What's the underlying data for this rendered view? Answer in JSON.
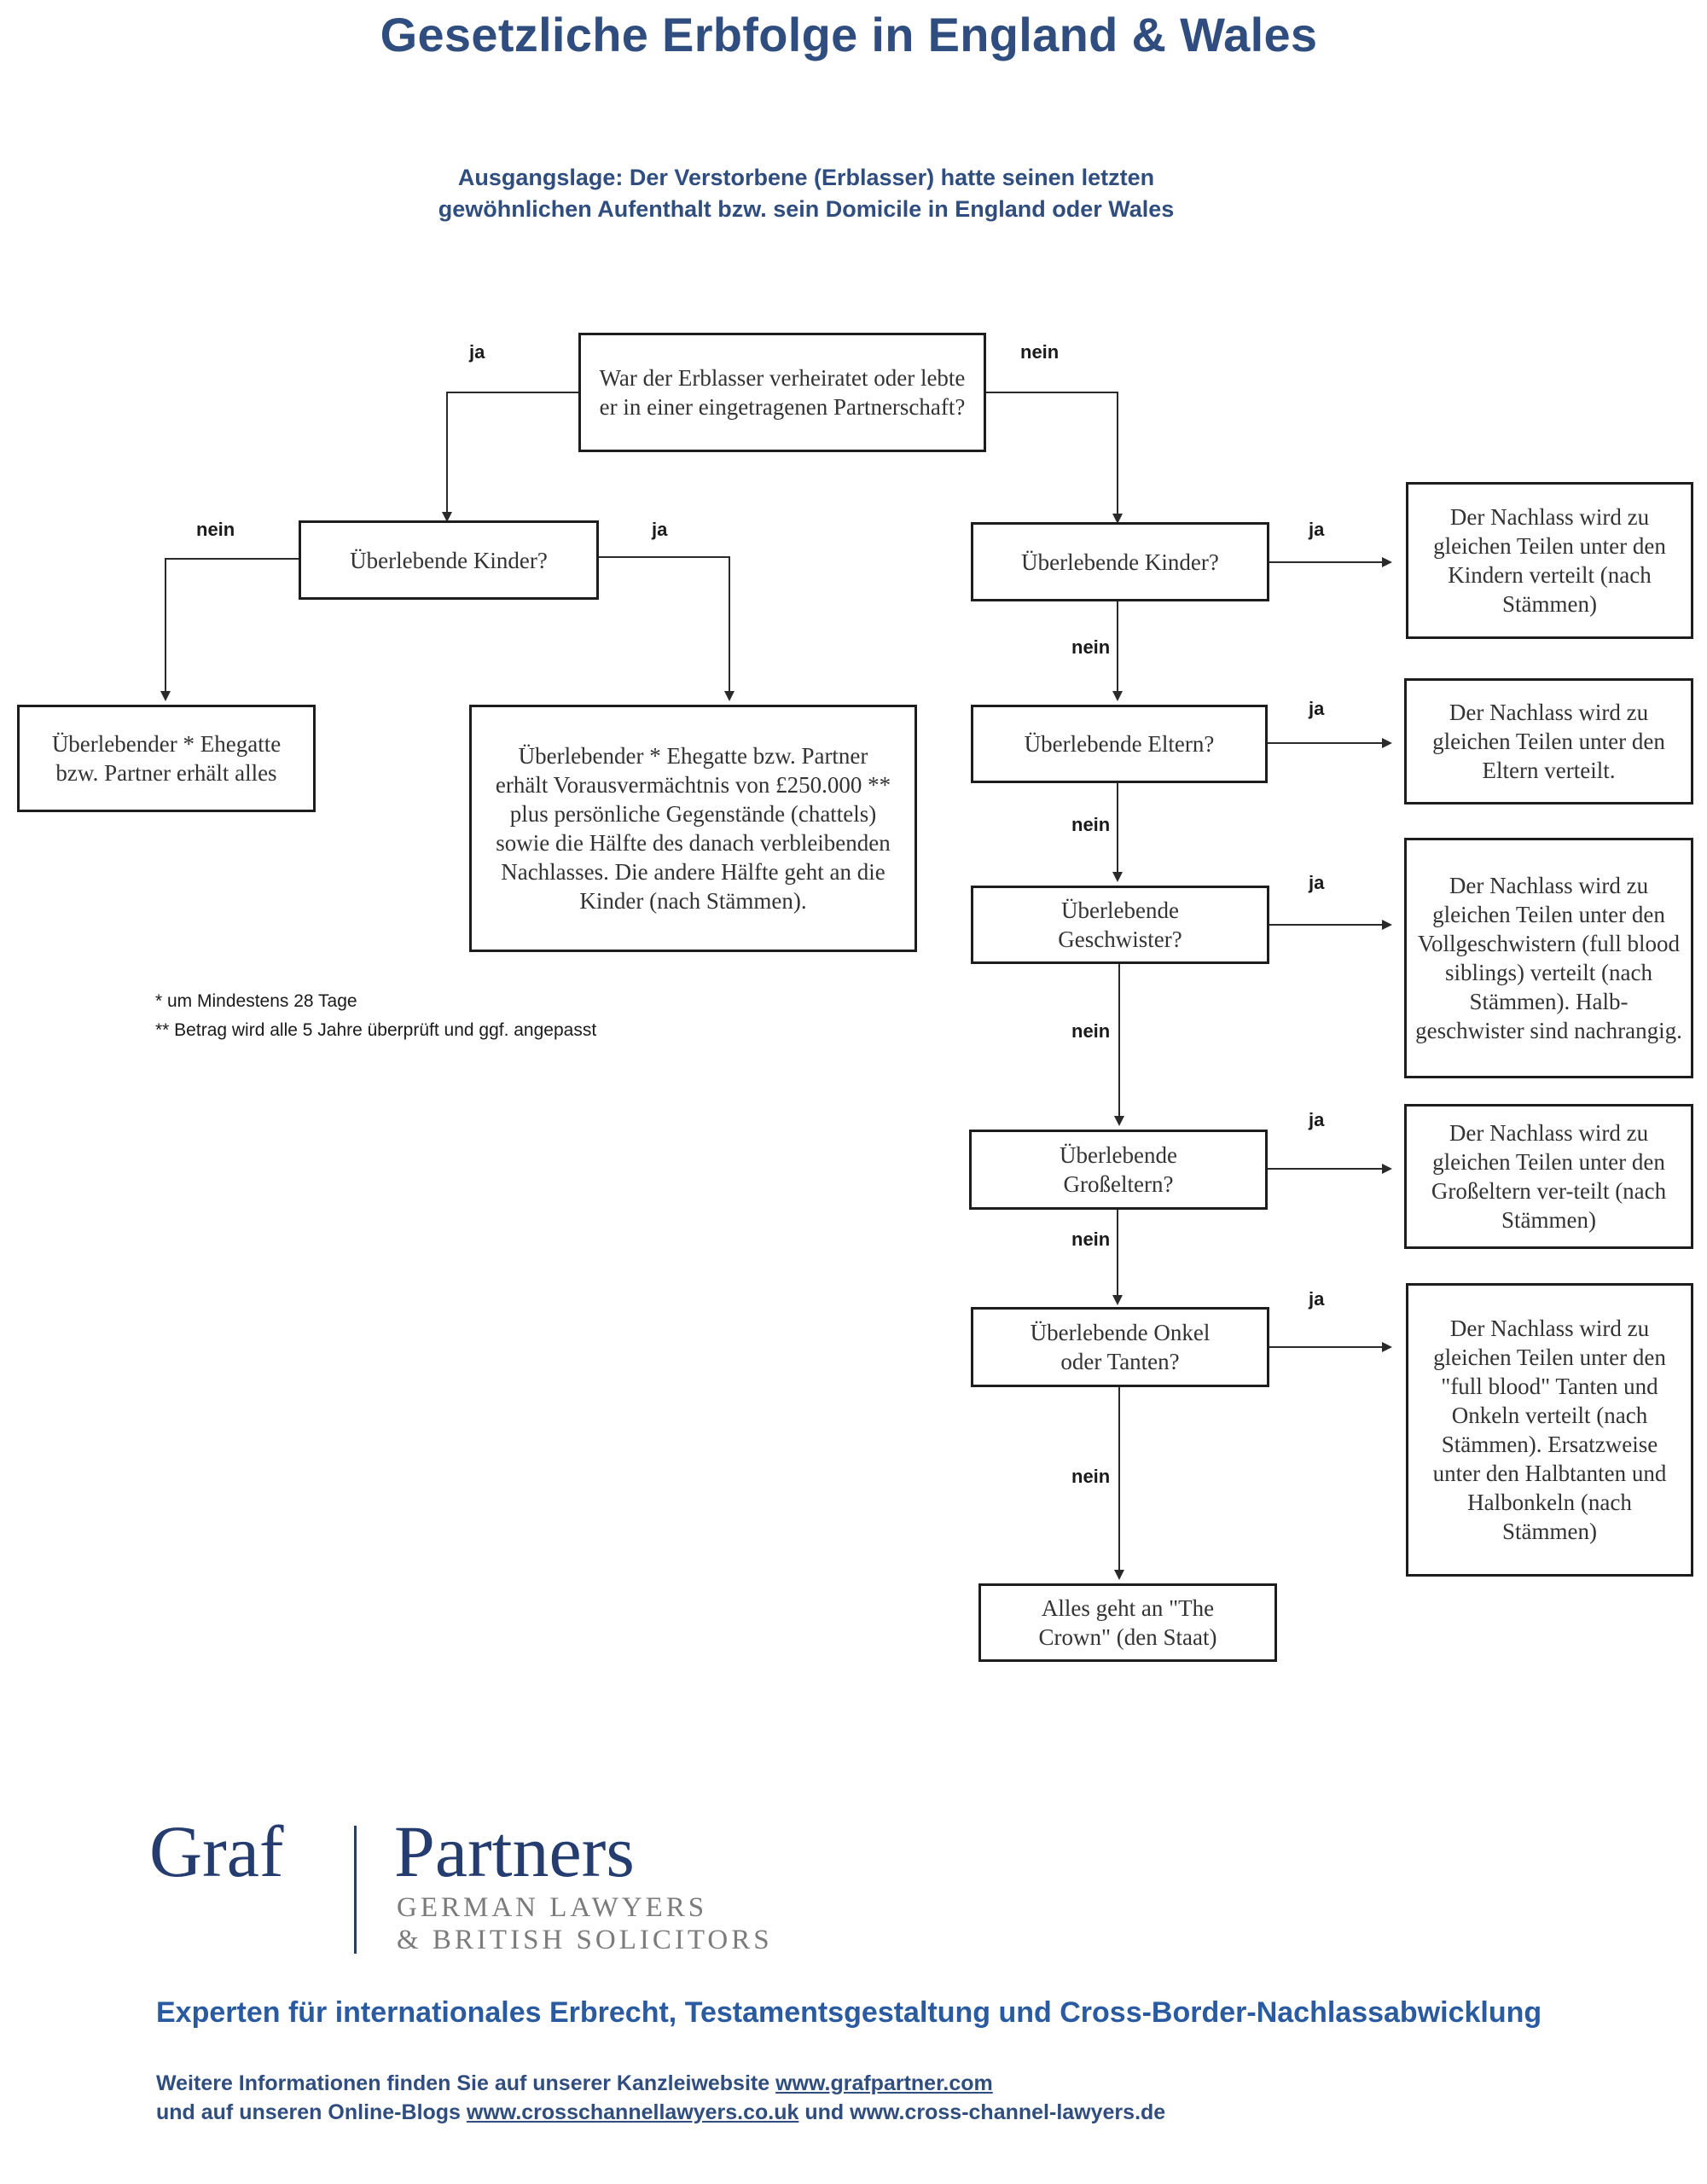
{
  "header": {
    "title": "Gesetzliche Erbfolge in England & Wales",
    "subtitle_line1": "Ausgangslage: Der Verstorbene (Erblasser) hatte seinen letzten",
    "subtitle_line2": "gewöhnlichen Aufenthalt bzw. sein Domicile in England oder Wales"
  },
  "flow": {
    "start": "War der Erblasser verheiratet oder lebte er in einer eingetragenen Partnerschaft?",
    "left_kinder": "Überlebende Kinder?",
    "left_result_nein": "Überlebender * Ehegatte bzw. Partner erhält alles",
    "left_result_ja": "Überlebender * Ehegatte bzw. Partner erhält Vorausvermächtnis von £250.000 ** plus persönliche Gegenstände (chattels) sowie die Hälfte des danach verbleibenden Nachlasses. Die andere Hälfte geht an die Kinder (nach Stämmen).",
    "right_kinder": "Überlebende Kinder?",
    "right_eltern": "Überlebende Eltern?",
    "right_geschwister": "Überlebende Geschwister?",
    "right_grosseltern": "Überlebende Großeltern?",
    "right_onkel": "Überlebende Onkel oder Tanten?",
    "right_crown": "Alles geht an \"The Crown\" (den Staat)",
    "res_kinder": "Der Nachlass wird zu gleichen Teilen unter den Kindern verteilt (nach Stämmen)",
    "res_eltern": "Der Nachlass wird zu gleichen Teilen unter den Eltern verteilt.",
    "res_geschwister": "Der Nachlass wird zu gleichen Teilen unter den Vollgeschwistern (full blood siblings) verteilt (nach Stämmen). Halb-geschwister sind nachrangig.",
    "res_grosseltern": "Der Nachlass wird zu gleichen Teilen unter den Großeltern ver-teilt (nach Stämmen)",
    "res_onkel": "Der Nachlass wird zu gleichen Teilen unter den \"full blood\" Tanten und Onkeln verteilt (nach Stämmen). Ersatzweise unter den Halbtanten und Halbonkeln (nach Stämmen)",
    "yes": "ja",
    "no": "nein"
  },
  "notes": {
    "note1": "* um Mindestens 28 Tage",
    "note2": "** Betrag wird alle 5 Jahre überprüft und ggf. angepasst"
  },
  "logo": {
    "name_left": "Graf",
    "name_right": "Partners",
    "line1": "GERMAN LAWYERS",
    "line2": "& BRITISH SOLICITORS"
  },
  "footer": {
    "tagline": "Experten für internationales Erbrecht, Testamentsgestaltung und Cross-Border-Nachlassabwicklung",
    "info1_text": "Weitere Informationen finden Sie auf unserer Kanzleiwebsite ",
    "info1_link": "www.grafpartner.com",
    "info2_text": "und auf unseren Online-Blogs ",
    "info2_link1": "www.crosschannellawyers.co.uk",
    "info2_mid": " und ",
    "info2_link2": "www.cross-channel-lawyers.de"
  },
  "colors": {
    "heading_blue": "#2f4d7e",
    "tagline_blue": "#2a5aa0",
    "logo_grey": "#7b7b7b"
  }
}
